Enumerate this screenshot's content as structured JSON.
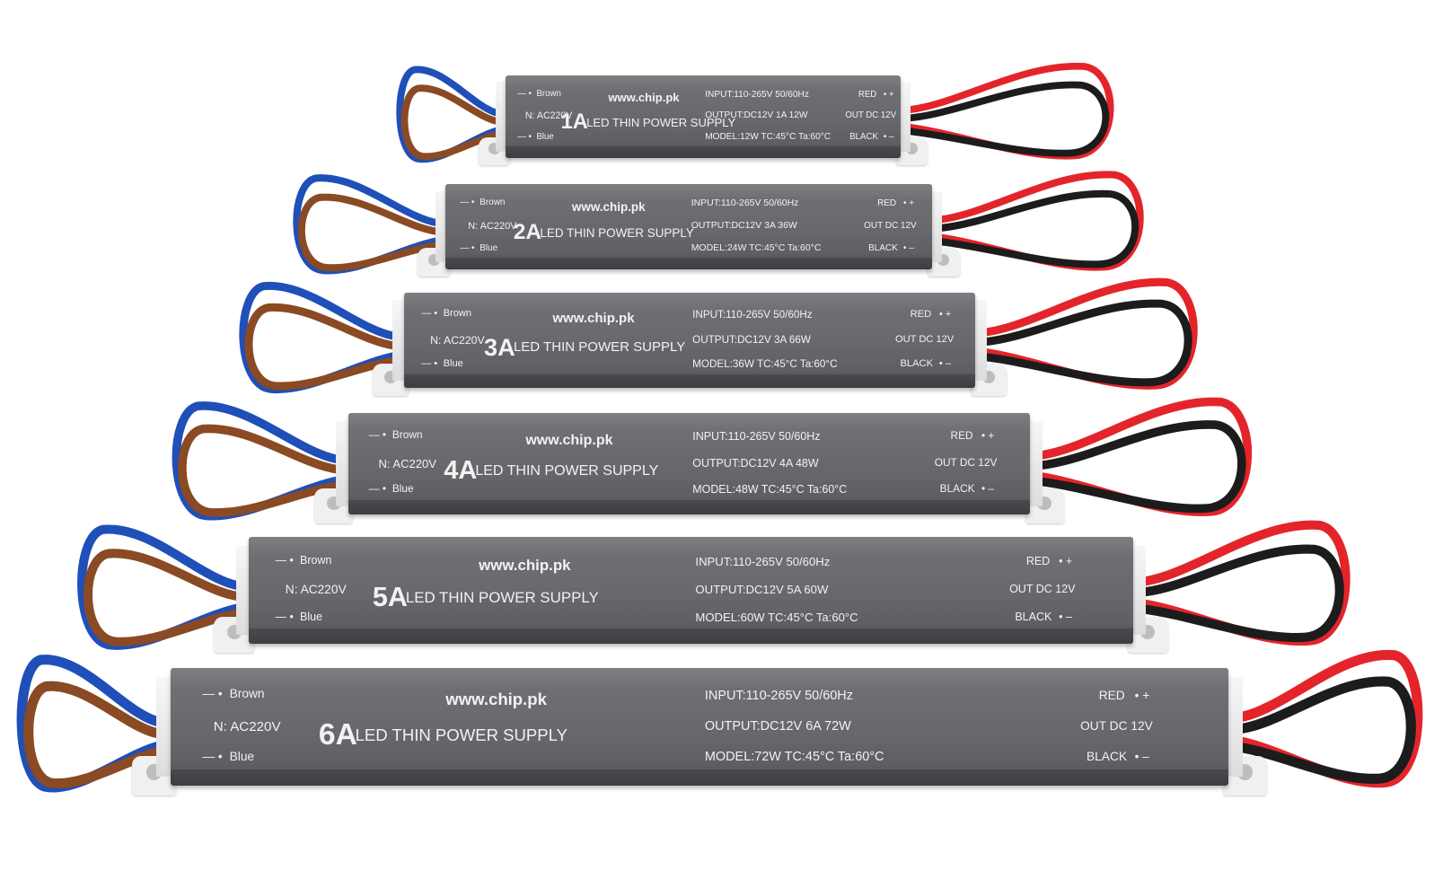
{
  "background_color": "#ffffff",
  "wire_colors": {
    "brown": "#8a4a23",
    "blue": "#1f4fb8",
    "red": "#e3252b",
    "black": "#1c1c1c"
  },
  "devices": [
    {
      "brown_label": "Brown",
      "neutral_label": "N:  AC220V",
      "blue_label": "Blue",
      "website": "www.chip.pk",
      "current": "1A",
      "product_name": "LED THIN POWER SUPPLY",
      "input_spec": "INPUT:110-265V  50/60Hz",
      "output_spec": "OUTPUT:DC12V  1A  12W",
      "model_spec": "MODEL:12W  TC:45°C  Ta:60°C",
      "red_label": "RED",
      "out_label": "OUT DC 12V",
      "black_label": "BLACK"
    },
    {
      "brown_label": "Brown",
      "neutral_label": "N:  AC220V",
      "blue_label": "Blue",
      "website": "www.chip.pk",
      "current": "2A",
      "product_name": "LED THIN POWER SUPPLY",
      "input_spec": "INPUT:110-265V  50/60Hz",
      "output_spec": "OUTPUT:DC12V  3A  36W",
      "model_spec": "MODEL:24W  TC:45°C  Ta:60°C",
      "red_label": "RED",
      "out_label": "OUT DC 12V",
      "black_label": "BLACK"
    },
    {
      "brown_label": "Brown",
      "neutral_label": "N:  AC220V",
      "blue_label": "Blue",
      "website": "www.chip.pk",
      "current": "3A",
      "product_name": "LED THIN POWER SUPPLY",
      "input_spec": "INPUT:110-265V  50/60Hz",
      "output_spec": "OUTPUT:DC12V  3A  66W",
      "model_spec": "MODEL:36W  TC:45°C  Ta:60°C",
      "red_label": "RED",
      "out_label": "OUT DC 12V",
      "black_label": "BLACK"
    },
    {
      "brown_label": "Brown",
      "neutral_label": "N:  AC220V",
      "blue_label": "Blue",
      "website": "www.chip.pk",
      "current": "4A",
      "product_name": "LED THIN POWER SUPPLY",
      "input_spec": "INPUT:110-265V  50/60Hz",
      "output_spec": "OUTPUT:DC12V  4A  48W",
      "model_spec": "MODEL:48W  TC:45°C  Ta:60°C",
      "red_label": "RED",
      "out_label": "OUT DC 12V",
      "black_label": "BLACK"
    },
    {
      "brown_label": "Brown",
      "neutral_label": "N:  AC220V",
      "blue_label": "Blue",
      "website": "www.chip.pk",
      "current": "5A",
      "product_name": "LED THIN POWER SUPPLY",
      "input_spec": "INPUT:110-265V  50/60Hz",
      "output_spec": "OUTPUT:DC12V  5A  60W",
      "model_spec": "MODEL:60W  TC:45°C  Ta:60°C",
      "red_label": "RED",
      "out_label": "OUT DC 12V",
      "black_label": "BLACK"
    },
    {
      "brown_label": "Brown",
      "neutral_label": "N:  AC220V",
      "blue_label": "Blue",
      "website": "www.chip.pk",
      "current": "6A",
      "product_name": "LED THIN POWER SUPPLY",
      "input_spec": "INPUT:110-265V  50/60Hz",
      "output_spec": "OUTPUT:DC12V  6A  72W",
      "model_spec": "MODEL:72W  TC:45°C  Ta:60°C",
      "red_label": "RED",
      "out_label": "OUT DC 12V",
      "black_label": "BLACK"
    }
  ]
}
